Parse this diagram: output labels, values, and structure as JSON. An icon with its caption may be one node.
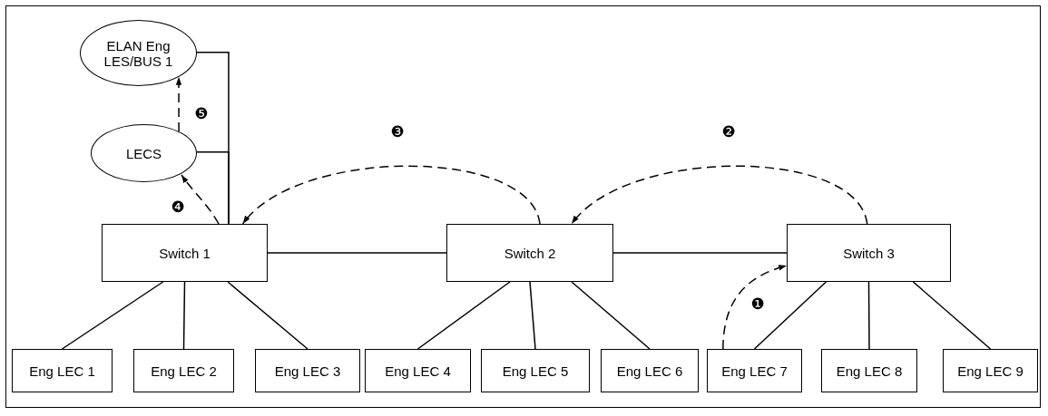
{
  "diagram": {
    "nodes": [
      {
        "text": [
          "ELAN Eng LES/BUS 1"
        ]
      },
      {
        "text": [
          "LECS"
        ]
      },
      {
        "text": [
          "Switch 1"
        ]
      },
      {
        "text": [
          "Switch 2"
        ]
      },
      {
        "text": [
          "Switch 3"
        ]
      },
      {
        "text": [
          "Eng LEC 1"
        ]
      },
      {
        "text": [
          "Eng LEC 2"
        ]
      },
      {
        "text": [
          "Eng LEC 3"
        ]
      },
      {
        "text": [
          "Eng LEC 4"
        ]
      },
      {
        "text": [
          "Eng LEC 5"
        ]
      },
      {
        "text": [
          "Eng LEC 6"
        ]
      },
      {
        "text": [
          "Eng LEC 7"
        ]
      },
      {
        "text": [
          "Eng LEC 8"
        ]
      },
      {
        "text": [
          "Eng LEC 9"
        ]
      }
    ],
    "edges": [
      {
        "from": 0,
        "to": 2,
        "arrow": "none"
      },
      {
        "from": 1,
        "to": 2,
        "arrow": "none"
      },
      {
        "from": 2,
        "to": 3,
        "arrow": "none"
      },
      {
        "from": 3,
        "to": 4,
        "arrow": "none"
      },
      {
        "from": 2,
        "to": 5,
        "arrow": "none"
      },
      {
        "from": 2,
        "to": 6,
        "arrow": "none"
      },
      {
        "from": 2,
        "to": 7,
        "arrow": "none"
      },
      {
        "from": 3,
        "to": 8,
        "arrow": "none"
      },
      {
        "from": 3,
        "to": 9,
        "arrow": "none"
      },
      {
        "from": 3,
        "to": 10,
        "arrow": "none"
      },
      {
        "from": 4,
        "to": 11,
        "arrow": "none"
      },
      {
        "from": 4,
        "to": 12,
        "arrow": "none"
      },
      {
        "from": 4,
        "to": 13,
        "arrow": "none"
      },
      {
        "from": 11,
        "to": 4,
        "arrow": "to",
        "style": "dashed",
        "label": "❶"
      },
      {
        "from": 4,
        "to": 3,
        "arrow": "to",
        "style": "dashed",
        "label": "❷"
      },
      {
        "from": 3,
        "to": 2,
        "arrow": "to",
        "style": "dashed",
        "label": "❸"
      },
      {
        "from": 2,
        "to": 1,
        "arrow": "to",
        "style": "dashed",
        "label": "❹"
      },
      {
        "from": 1,
        "to": 0,
        "arrow": "to",
        "style": "dashed",
        "label": "❺"
      }
    ]
  }
}
